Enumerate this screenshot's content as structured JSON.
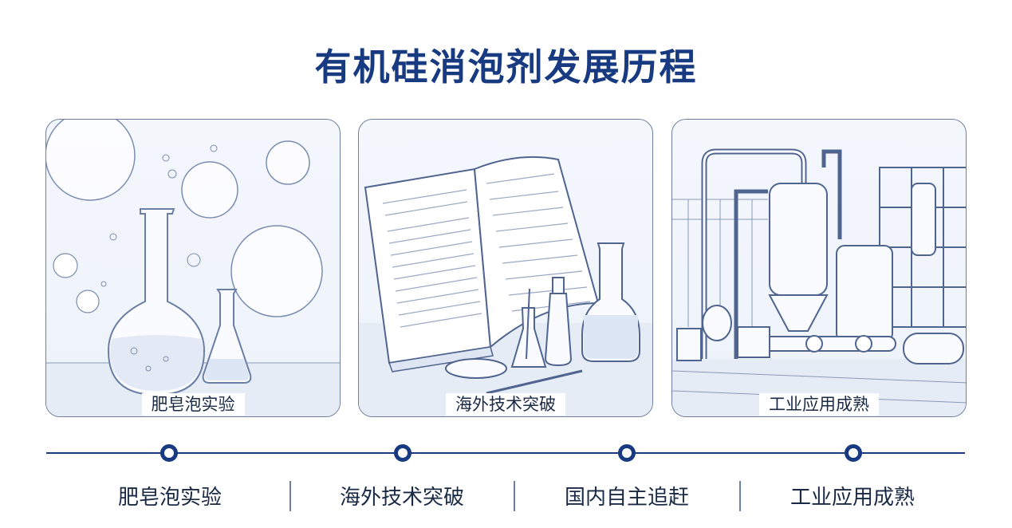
{
  "title": "有机硅消泡剂发展历程",
  "panels": [
    {
      "label": "肥皂泡实验"
    },
    {
      "label": "海外技术突破"
    },
    {
      "label": "工业应用成熟"
    }
  ],
  "stages": [
    {
      "label": "肥皂泡实验"
    },
    {
      "label": "海外技术突破"
    },
    {
      "label": "国内自主追赶"
    },
    {
      "label": "工业应用成熟"
    }
  ],
  "colors": {
    "accent": "#173a80",
    "line": "#6e7f9e"
  },
  "icons": [
    "flask-bubbles-illustration",
    "book-lab-illustration",
    "factory-illustration"
  ]
}
